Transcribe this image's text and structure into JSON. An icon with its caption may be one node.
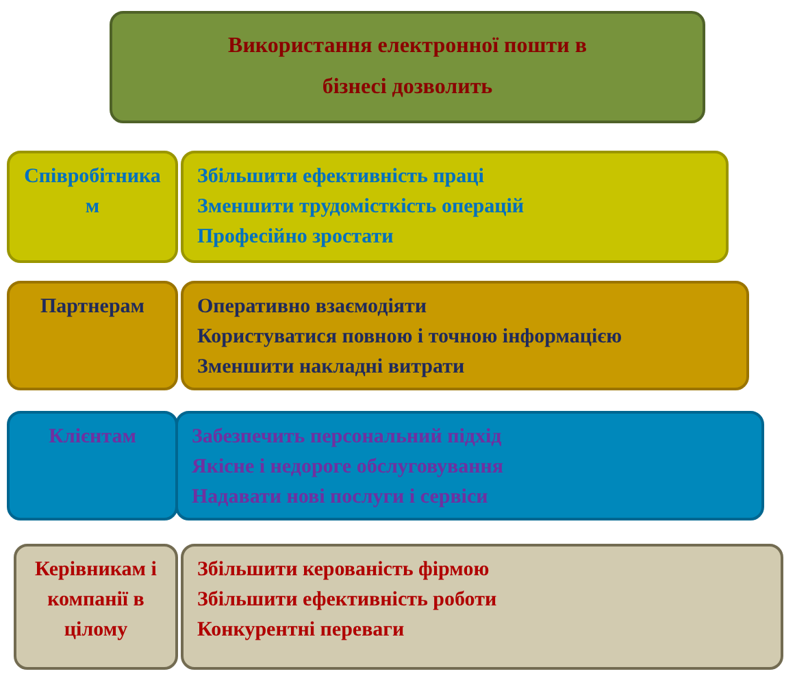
{
  "diagram": {
    "nodes": [
      {
        "text": [
          "Використання електронної пошти в бізнесі дозволить"
        ]
      },
      {
        "text": [
          "Співробітникам"
        ]
      },
      {
        "text": [
          "Збільшити ефективність праці",
          "Зменшити трудомісткість операцій",
          "Професійно зростати"
        ]
      },
      {
        "text": [
          "Партнерам"
        ]
      },
      {
        "text": [
          "Оперативно взаємодіяти",
          "Користуватися повною і точною інформацією",
          "Зменшити накладні витрати"
        ]
      },
      {
        "text": [
          "Клієнтам"
        ]
      },
      {
        "text": [
          "Забезпечить персональний підхід",
          "Якісне і недороге обслуговування",
          "Надавати нові послуги і сервіси"
        ]
      },
      {
        "text": [
          "Керівникам і компанії в цілому"
        ]
      },
      {
        "text": [
          "Збільшити керованість фірмою",
          "Збільшити ефективність роботи",
          "Конкурентні переваги"
        ]
      }
    ]
  }
}
